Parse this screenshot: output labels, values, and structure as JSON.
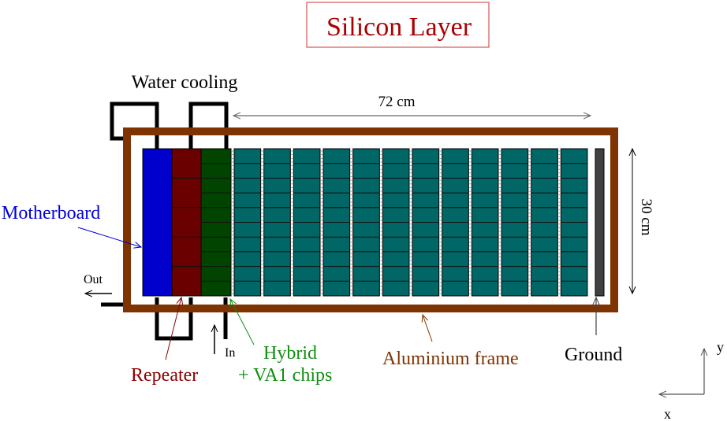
{
  "title": "Silicon Layer",
  "labels": {
    "water_cooling": "Water cooling",
    "width_dimension": "72 cm",
    "height_dimension": "30 cm",
    "motherboard": "Motherboard",
    "out": "Out",
    "in": "In",
    "repeater": "Repeater",
    "hybrid_line1": "Hybrid",
    "hybrid_line2": "+ VA1 chips",
    "aluminium_frame": "Aluminium frame",
    "ground": "Ground",
    "axis_x": "x",
    "axis_y": "y"
  },
  "components": {
    "silicon_columns": 12,
    "silicon_segments_per_column": 10,
    "hybrid_segments": 10,
    "repeater_segments": 5
  },
  "colors": {
    "title": "#aa0000",
    "title_border": "#cc3333",
    "frame": "#7f3300",
    "motherboard": "#0000cc",
    "repeater": "#6b0000",
    "hybrid": "#004400",
    "silicon": "#006666",
    "ground": "#404040",
    "motherboard_label": "#0000dd",
    "repeater_label": "#8b0000",
    "hybrid_label": "#108f10",
    "frame_label": "#7f3300",
    "dim_line": "#666666"
  }
}
